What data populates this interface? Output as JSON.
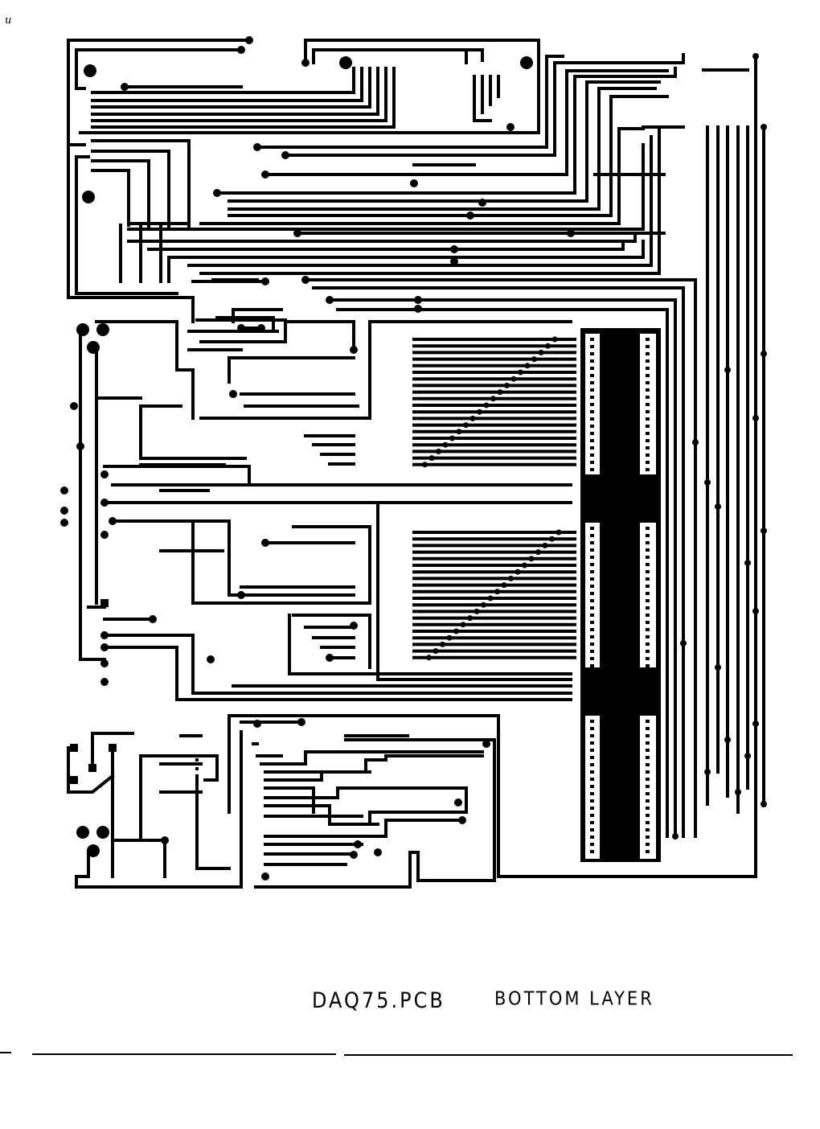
{
  "document": {
    "corner_mark": "u",
    "caption_file": "DAQ75.PCB",
    "caption_layer": "BOTTOM LAYER"
  },
  "colors": {
    "trace": "#000000",
    "paper": "#ffffff"
  }
}
